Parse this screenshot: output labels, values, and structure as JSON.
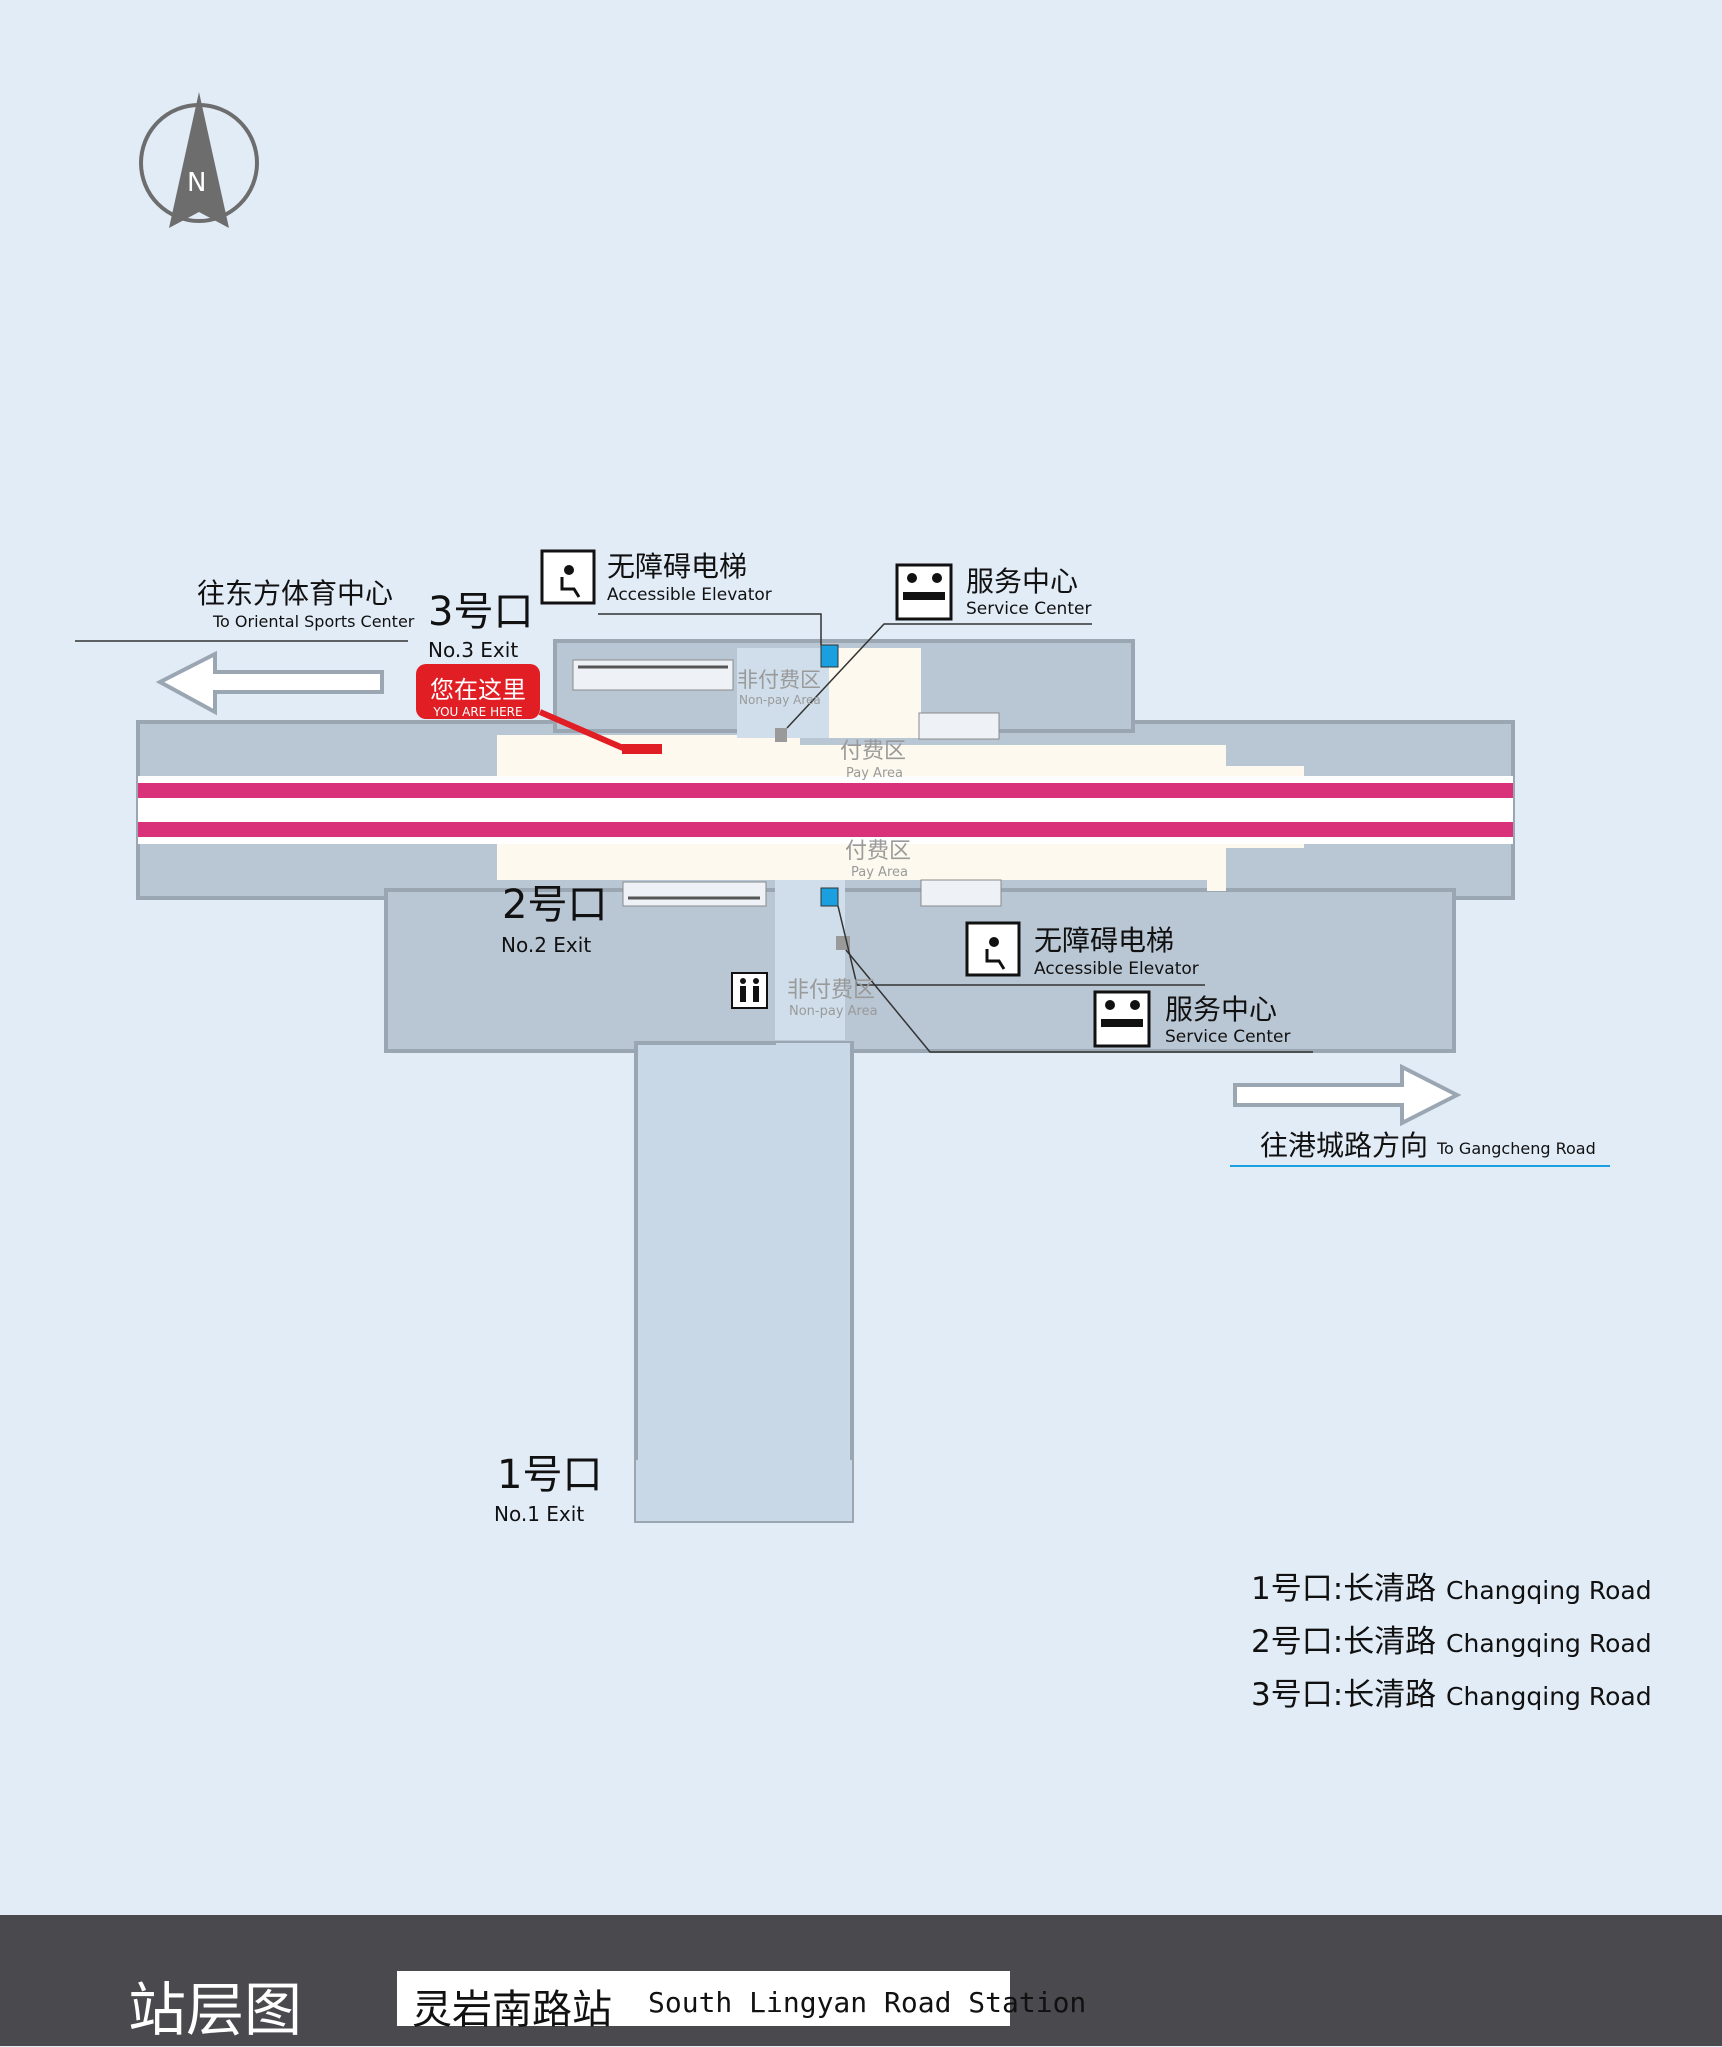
{
  "compass": {
    "label": "N"
  },
  "you_are_here": {
    "cn": "您在这里",
    "en": "YOU ARE HERE"
  },
  "directions": {
    "west": {
      "cn": "往东方体育中心",
      "en": "To Oriental Sports Center"
    },
    "east": {
      "cn": "往港城路方向",
      "en": "To Gangcheng Road"
    }
  },
  "exits": {
    "exit1": {
      "cn": "1号口",
      "en": "No.1 Exit"
    },
    "exit2": {
      "cn": "2号口",
      "en": "No.2 Exit"
    },
    "exit3": {
      "cn": "3号口",
      "en": "No.3 Exit"
    }
  },
  "facilities": {
    "elevator_north": {
      "cn": "无障碍电梯",
      "en": "Accessible Elevator"
    },
    "service_north": {
      "cn": "服务中心",
      "en": "Service Center"
    },
    "elevator_south": {
      "cn": "无障碍电梯",
      "en": "Accessible Elevator"
    },
    "service_south": {
      "cn": "服务中心",
      "en": "Service Center"
    }
  },
  "zones": {
    "nonpay_north": {
      "cn": "非付费区",
      "en": "Non-pay Area"
    },
    "pay_north": {
      "cn": "付费区",
      "en": "Pay Area"
    },
    "pay_south": {
      "cn": "付费区",
      "en": "Pay Area"
    },
    "nonpay_south": {
      "cn": "非付费区",
      "en": "Non-pay Area"
    }
  },
  "legend": [
    {
      "exit": "1号口",
      "sep": ":",
      "road_cn": "长清路",
      "road_en": "Changqing Road"
    },
    {
      "exit": "2号口",
      "sep": ":",
      "road_cn": "长清路",
      "road_en": "Changqing Road"
    },
    {
      "exit": "3号口",
      "sep": ":",
      "road_cn": "长清路",
      "road_en": "Changqing Road"
    }
  ],
  "footer": {
    "title": "站层图",
    "station_cn": "灵岩南路站",
    "station_en": "South Lingyan Road Station"
  },
  "colors": {
    "background": "#e2ecf7",
    "structure": "#b9c6d4",
    "floor": "#fdf9ee",
    "line": "#d9327a",
    "marker": "#e01e24",
    "elevator": "#1aa0e0",
    "footer": "#4a4a4e"
  },
  "icons": [
    "compass-north-icon",
    "accessible-elevator-icon",
    "service-center-icon",
    "restroom-icon",
    "arrow-left-icon",
    "arrow-right-icon"
  ]
}
